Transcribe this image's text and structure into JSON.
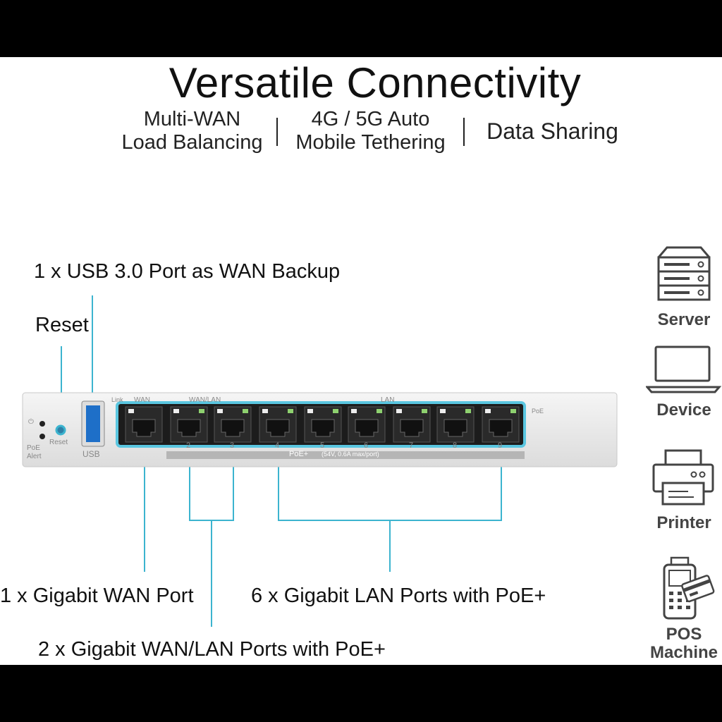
{
  "title": "Versatile Connectivity",
  "features": [
    {
      "line1": "Multi-WAN",
      "line2": "Load Balancing"
    },
    {
      "line1": "4G / 5G Auto",
      "line2": "Mobile Tethering"
    },
    {
      "line1": "Data Sharing",
      "line2": ""
    }
  ],
  "callouts": {
    "usb": "1 x USB 3.0 Port as WAN Backup",
    "reset": "Reset",
    "wan": "1 x Gigabit WAN Port",
    "wanlan": "2 x Gigabit WAN/LAN Ports with PoE+",
    "lan": "6 x Gigabit LAN Ports with PoE+"
  },
  "panel": {
    "power_label": "⏻",
    "poe_alert": "PoE",
    "alert": "Alert",
    "reset": "Reset",
    "usb": "USB",
    "link": "Link",
    "wan": "WAN",
    "wanlan": "WAN/LAN",
    "lan": "LAN",
    "poe_mark": "PoE",
    "poe_strip": "PoE+",
    "poe_spec": "(54V, 0.6A max/port)",
    "port_numbers": [
      "2",
      "3",
      "4",
      "5",
      "6",
      "7",
      "8",
      "9"
    ]
  },
  "devices": [
    {
      "label": "Server",
      "icon": "server-icon"
    },
    {
      "label": "Device",
      "icon": "laptop-icon"
    },
    {
      "label": "Printer",
      "icon": "printer-icon"
    },
    {
      "label": "POS Machine",
      "icon": "pos-machine-icon"
    }
  ],
  "colors": {
    "accent": "#3cb4cf",
    "text": "#111111"
  }
}
